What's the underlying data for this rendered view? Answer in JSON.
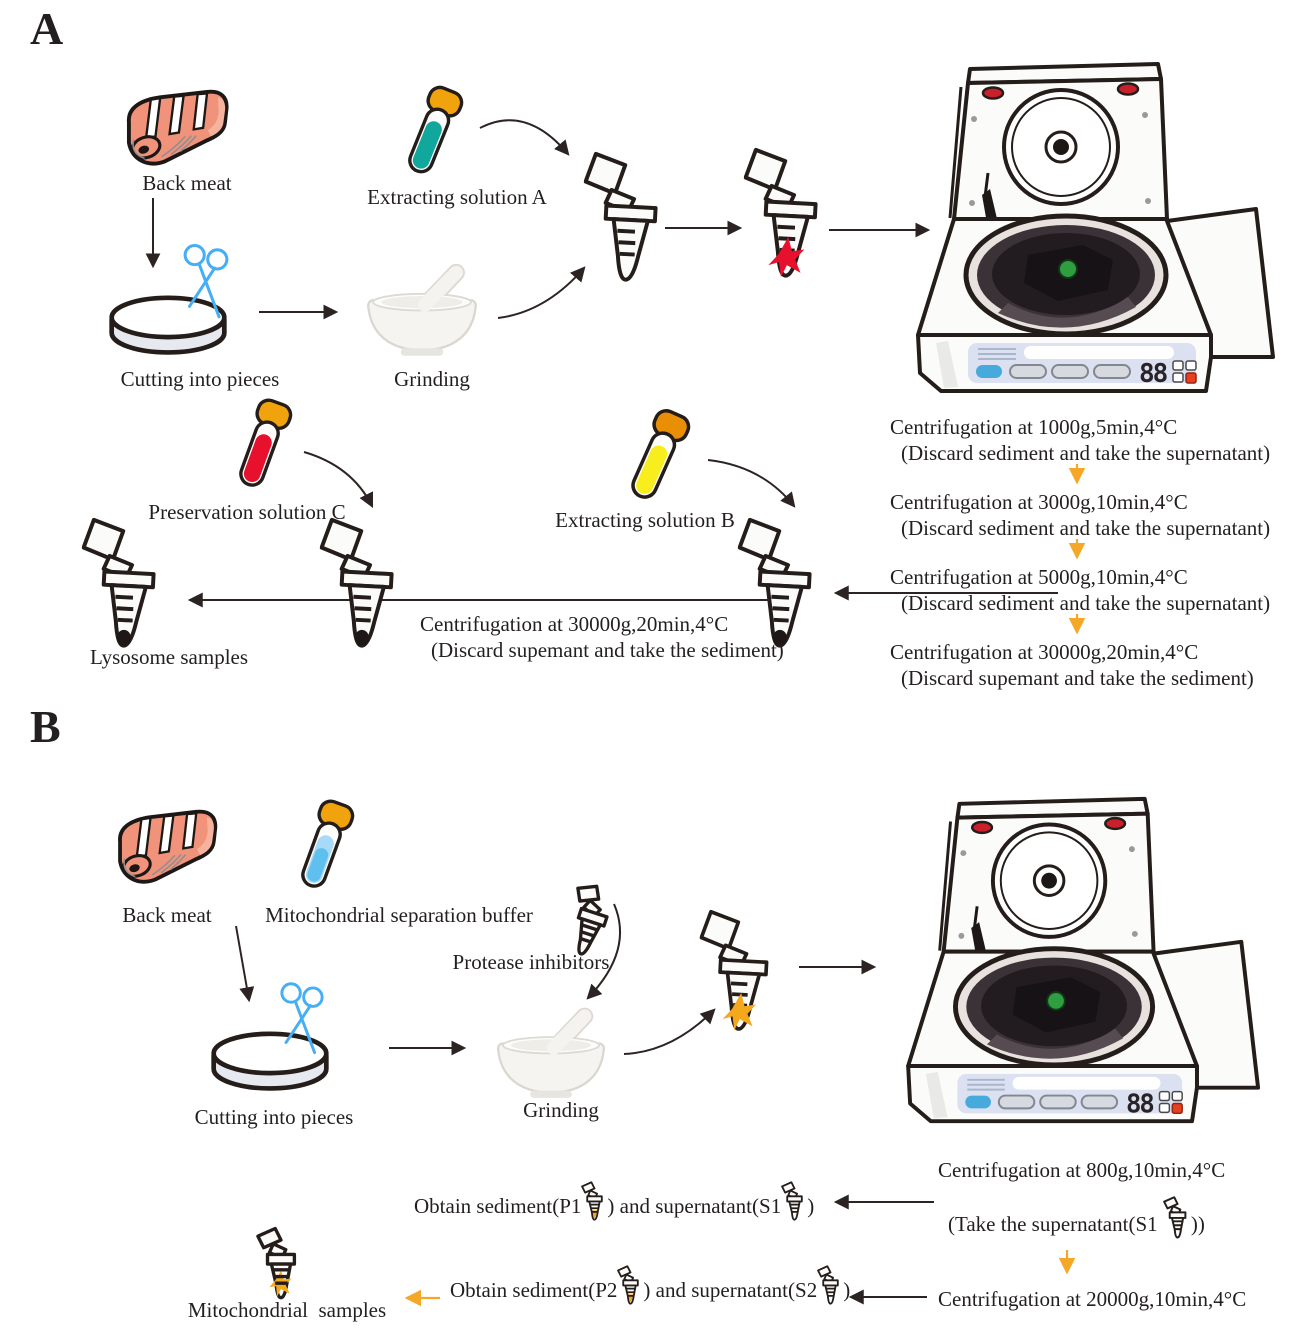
{
  "figure": {
    "type": "laboratory workflow diagram",
    "description": "Lysosome (A) and mitochondria (B) extraction workflows from back meat"
  },
  "colors": {
    "solution_a_teal": "#12a79d",
    "solution_b_yellow": "#f8ee1e",
    "solution_c_red": "#e8112d",
    "mito_buffer_blue": "#a6daf8",
    "cap_orange": "#f0a30c",
    "sample_red_star": "#e8112d",
    "sample_orange_star": "#f6a81c",
    "sediment_black": "#1d1816",
    "arrow_orange": "#f5a728",
    "arrow_black": "#2b2422",
    "meat_salmon": "#f1927b",
    "scissors_blue": "#45aef5"
  },
  "panel_a": {
    "label": "A",
    "back_meat": "Back meat",
    "cutting": "Cutting into pieces",
    "grinding": "Grinding",
    "solution_a": "Extracting solution A",
    "solution_b": "Extracting solution B",
    "solution_c": "Preservation solution C",
    "lysosome": "Lysosome samples",
    "steps": [
      {
        "l1": "Centrifugation at 1000g,5min,4°C",
        "l2": "(Discard sediment and take the supernatant)"
      },
      {
        "l1": "Centrifugation at 3000g,10min,4°C",
        "l2": "(Discard sediment and take the supernatant)"
      },
      {
        "l1": "Centrifugation at 5000g,10min,4°C",
        "l2": "(Discard sediment and take the supernatant)"
      },
      {
        "l1": "Centrifugation at 30000g,20min,4°C",
        "l2": "(Discard supemant and take the sediment)"
      }
    ],
    "mid": {
      "l1": "Centrifugation at 30000g,20min,4°C",
      "l2": "(Discard supemant and take the sediment)"
    }
  },
  "panel_b": {
    "label": "B",
    "back_meat": "Back meat",
    "buffer": "Mitochondrial separation buffer",
    "protease": "Protease inhibitors",
    "cutting": "Cutting into pieces",
    "grinding": "Grinding",
    "step_800": "Centrifugation at 800g,10min,4°C",
    "take_pre": "(Take the supernatant(S1 ",
    "take_post": "))",
    "step_20000": "Centrifugation at 20000g,10min,4°C",
    "obtain1": {
      "pre": "Obtain sediment(P1",
      "mid": ") and supernatant(S1",
      "post": ")"
    },
    "obtain2": {
      "pre": "Obtain sediment(P2",
      "mid": ") and supernatant(S2",
      "post": ")"
    },
    "mito_samples": "Mitochondrial  samples"
  }
}
